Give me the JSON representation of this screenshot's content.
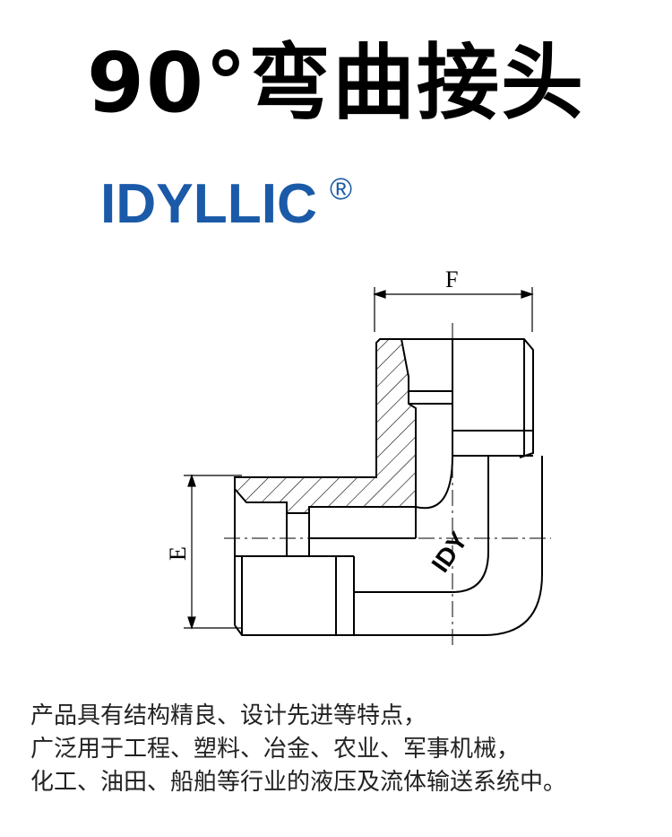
{
  "title": "90°弯曲接头",
  "logo": {
    "text": "IDYLLIC",
    "mark": "®",
    "color": "#1a5aa8"
  },
  "diagram": {
    "label_f": "F",
    "label_e": "E",
    "watermark": "IDY"
  },
  "description": {
    "lines": [
      "产品具有结构精良、设计先进等特点，",
      "广泛用于工程、塑料、冶金、农业、军事机械，",
      "化工、油田、船舶等行业的液压及流体输送系统中。"
    ]
  }
}
